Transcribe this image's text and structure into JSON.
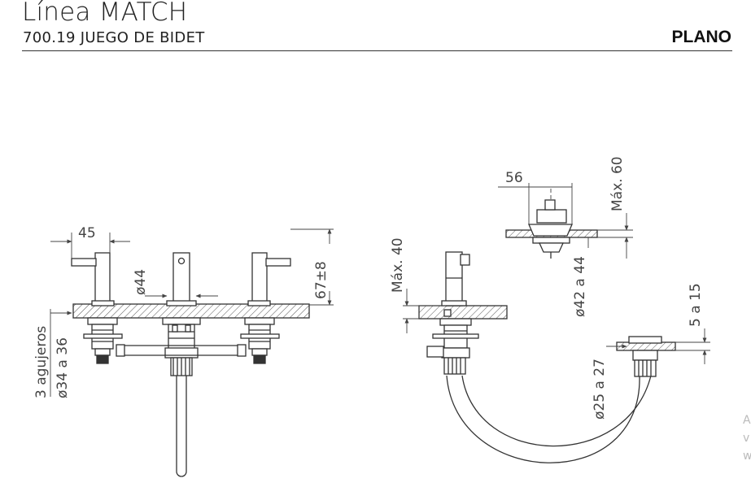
{
  "header": {
    "title": "Línea MATCH",
    "subtitle": "700.19 JUEGO DE BIDET",
    "tag": "PLANO"
  },
  "dimensions": {
    "lever_width": "45",
    "stem_diameter": "ø44",
    "height_range": "67±8",
    "holes_count": "3 agujeros",
    "holes_diameter": "ø34 a 36",
    "max_40": "Máx. 40",
    "drain_width": "56",
    "max_60": "Máx. 60",
    "drain_diameter": "ø42 a 44",
    "range_5_15": "5 a 15",
    "hole_25_27": "ø25 a 27"
  },
  "edge_note": [
    "A",
    "v",
    "w"
  ]
}
